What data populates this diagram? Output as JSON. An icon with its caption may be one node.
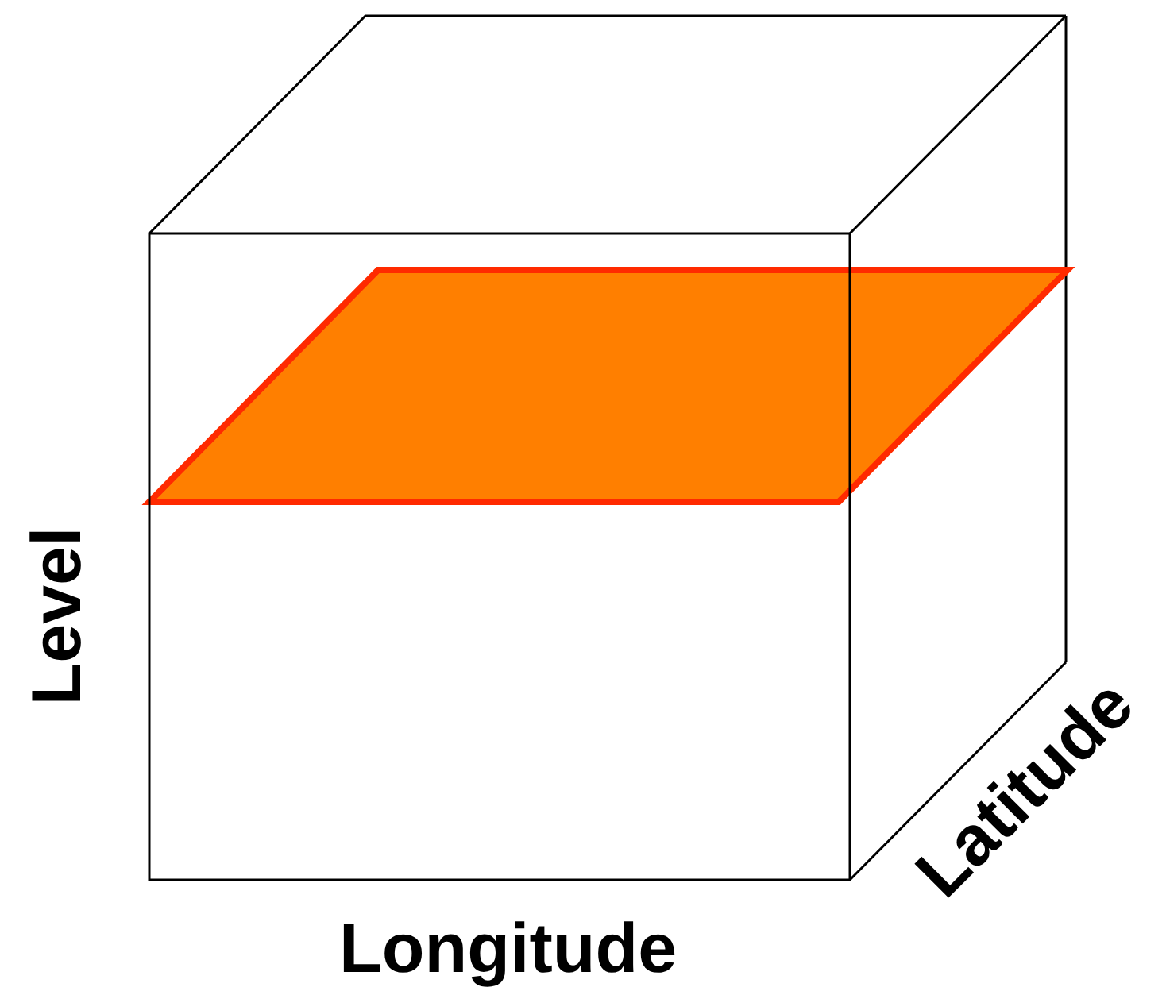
{
  "diagram": {
    "labels": [
      "Level",
      "Longitude",
      "Latitude"
    ]
  }
}
